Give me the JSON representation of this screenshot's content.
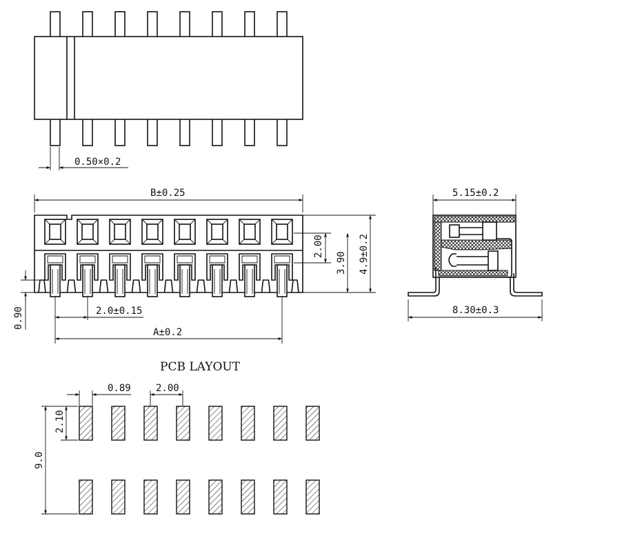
{
  "views": {
    "top": {
      "pin_count": 8,
      "pin_dim": "0.50×0.2"
    },
    "front": {
      "width_dim": "B±0.25",
      "h1_dim": "2.00",
      "h2_dim": "3.90",
      "h3_dim": "4.9±0.2",
      "pitch_dim": "2.0±0.15",
      "span_dim": "A±0.2",
      "standoff_dim": "0.90"
    },
    "side": {
      "body_dim": "5.15±0.2",
      "foot_dim": "8.30±0.3"
    },
    "pcb_layout": {
      "title": "PCB LAYOUT",
      "pad_width_dim": "0.89",
      "pitch_dim": "2.00",
      "pad_length_dim": "2.10",
      "row_span_dim": "9.0",
      "pads_per_row": 8
    }
  }
}
